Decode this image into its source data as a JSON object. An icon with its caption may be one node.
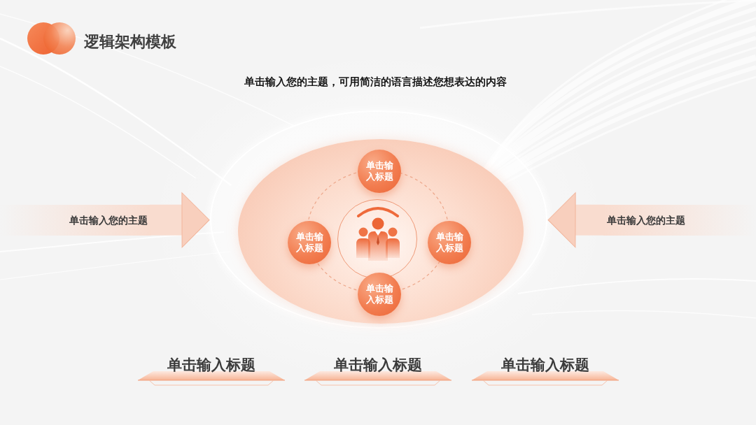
{
  "diagram": {
    "title": "逻辑架构模板",
    "nodes": [
      {
        "text": [
          "单击输入您的主题"
        ]
      },
      {
        "text": [],
        "shape": "ellipse"
      },
      {
        "text": [],
        "shape": "ellipse",
        "in": 1
      },
      {
        "text": [
          "单击输入标题"
        ],
        "in": 2
      },
      {
        "text": [
          "单击输入标题"
        ],
        "in": 2
      },
      {
        "text": [],
        "shape": "circle",
        "in": 2
      },
      {
        "text": [
          "单击输入标题"
        ],
        "in": 2
      },
      {
        "text": [
          "单击输入标题"
        ],
        "in": 2
      },
      {
        "text": [
          "单击输入您的主题"
        ]
      },
      {
        "text": [
          "单击输入标题"
        ]
      },
      {
        "text": [
          "单击输入标题"
        ]
      },
      {
        "text": [
          "单击输入标题"
        ]
      }
    ],
    "edges": [
      {
        "from": 0,
        "to": 1,
        "arrow": "to",
        "style": "thick"
      },
      {
        "from": 8,
        "to": 1,
        "arrow": "to",
        "style": "thick"
      },
      {
        "from": 3,
        "to": 6,
        "arrow": "none",
        "style": "dashed"
      },
      {
        "from": 6,
        "to": 7,
        "arrow": "none",
        "style": "dashed"
      },
      {
        "from": 7,
        "to": 4,
        "arrow": "none",
        "style": "dashed"
      },
      {
        "from": 4,
        "to": 3,
        "arrow": "none",
        "style": "dashed"
      }
    ],
    "labels": [
      "单击输入您的主题，可用简洁的语言描述您想表达的内容"
    ]
  }
}
